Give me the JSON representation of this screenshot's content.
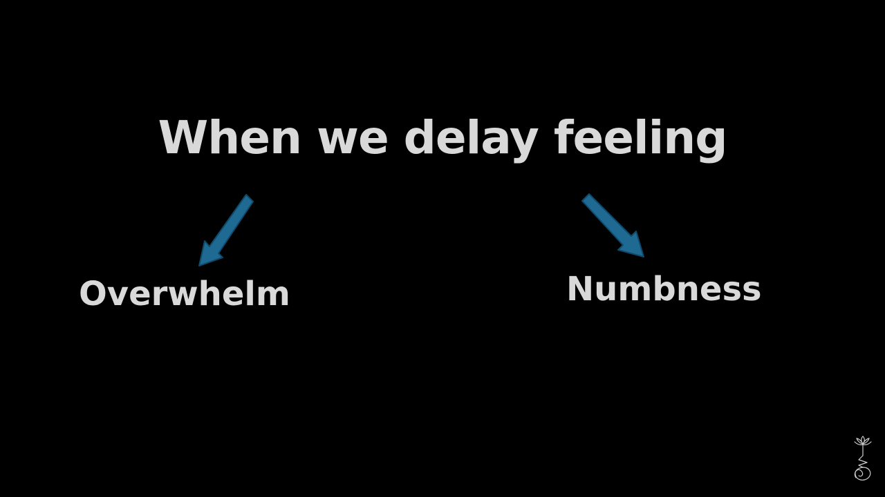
{
  "slide": {
    "title": "When we delay feeling",
    "left_label": "Overwhelm",
    "right_label": "Numbness"
  },
  "colors": {
    "background": "#000000",
    "text": "#d9d9d9",
    "arrow_fill": "#1f6a92",
    "arrow_stroke": "#0f4a6b",
    "logo_stroke": "#cfcfcf"
  },
  "icons": {
    "left_arrow": "arrow-down-left-icon",
    "right_arrow": "arrow-down-right-icon",
    "logo": "lotus-unalome-icon"
  }
}
